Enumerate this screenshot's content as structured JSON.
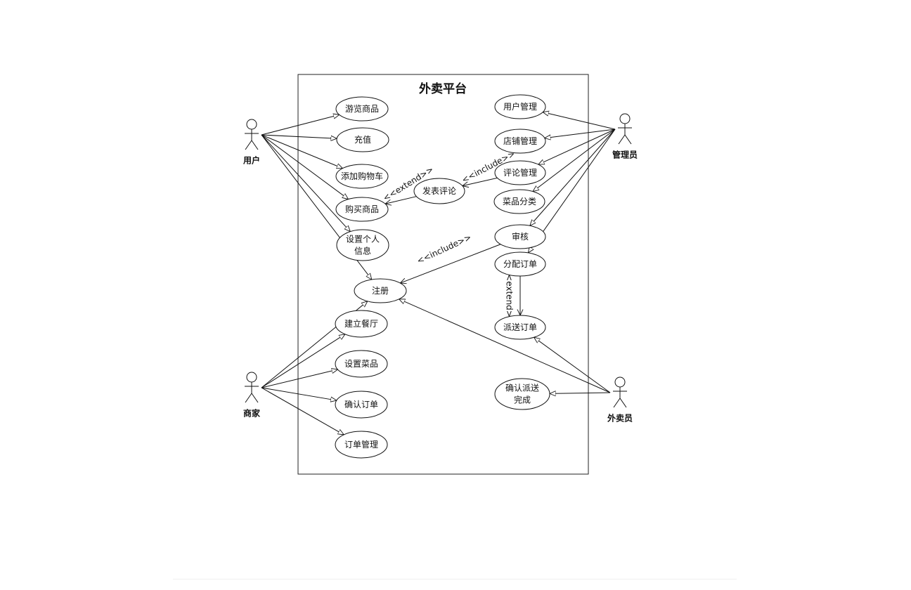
{
  "diagram": {
    "type": "uml-use-case",
    "system_title": "外卖平台",
    "actors": [
      {
        "id": "user",
        "label": "用户"
      },
      {
        "id": "admin",
        "label": "管理员"
      },
      {
        "id": "merchant",
        "label": "商家"
      },
      {
        "id": "courier",
        "label": "外卖员"
      }
    ],
    "use_cases": [
      {
        "id": "browse",
        "lines": [
          "游览商品"
        ]
      },
      {
        "id": "recharge",
        "lines": [
          "充值"
        ]
      },
      {
        "id": "add_cart",
        "lines": [
          "添加购物车"
        ]
      },
      {
        "id": "buy",
        "lines": [
          "购买商品"
        ]
      },
      {
        "id": "profile",
        "lines": [
          "设置个人",
          "信息"
        ]
      },
      {
        "id": "register",
        "lines": [
          "注册"
        ]
      },
      {
        "id": "build_restaurant",
        "lines": [
          "建立餐厅"
        ]
      },
      {
        "id": "set_dishes",
        "lines": [
          "设置菜品"
        ]
      },
      {
        "id": "confirm_order",
        "lines": [
          "确认订单"
        ]
      },
      {
        "id": "order_mgmt",
        "lines": [
          "订单管理"
        ]
      },
      {
        "id": "post_review",
        "lines": [
          "发表评论"
        ]
      },
      {
        "id": "user_mgmt",
        "lines": [
          "用户管理"
        ]
      },
      {
        "id": "shop_mgmt",
        "lines": [
          "店铺管理"
        ]
      },
      {
        "id": "review_mgmt",
        "lines": [
          "评论管理"
        ]
      },
      {
        "id": "dish_category",
        "lines": [
          "菜品分类"
        ]
      },
      {
        "id": "audit",
        "lines": [
          "审核"
        ]
      },
      {
        "id": "assign_order",
        "lines": [
          "分配订单"
        ]
      },
      {
        "id": "deliver_order",
        "lines": [
          "派送订单"
        ]
      },
      {
        "id": "confirm_delivery",
        "lines": [
          "确认派送",
          "完成"
        ]
      }
    ],
    "associations": [
      {
        "from": "user",
        "to": "browse"
      },
      {
        "from": "user",
        "to": "recharge"
      },
      {
        "from": "user",
        "to": "add_cart"
      },
      {
        "from": "user",
        "to": "buy"
      },
      {
        "from": "user",
        "to": "profile"
      },
      {
        "from": "user",
        "to": "register"
      },
      {
        "from": "merchant",
        "to": "register"
      },
      {
        "from": "merchant",
        "to": "build_restaurant"
      },
      {
        "from": "merchant",
        "to": "set_dishes"
      },
      {
        "from": "merchant",
        "to": "confirm_order"
      },
      {
        "from": "merchant",
        "to": "order_mgmt"
      },
      {
        "from": "admin",
        "to": "user_mgmt"
      },
      {
        "from": "admin",
        "to": "shop_mgmt"
      },
      {
        "from": "admin",
        "to": "review_mgmt"
      },
      {
        "from": "admin",
        "to": "dish_category"
      },
      {
        "from": "admin",
        "to": "audit"
      },
      {
        "from": "admin",
        "to": "assign_order"
      },
      {
        "from": "courier",
        "to": "register"
      },
      {
        "from": "courier",
        "to": "deliver_order"
      },
      {
        "from": "courier",
        "to": "confirm_delivery"
      }
    ],
    "dependencies": [
      {
        "from": "post_review",
        "to": "buy",
        "label": "<<extend>>"
      },
      {
        "from": "review_mgmt",
        "to": "post_review",
        "label": "<<include>>"
      },
      {
        "from": "audit",
        "to": "register",
        "label": "<<include>>"
      },
      {
        "from": "assign_order",
        "to": "deliver_order",
        "label": "<<extend>>"
      }
    ]
  }
}
